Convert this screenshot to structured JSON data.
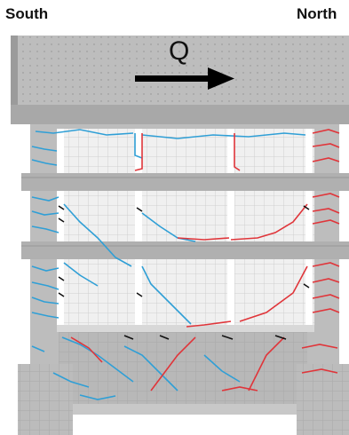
{
  "labels": {
    "left": "South",
    "right": "North",
    "load": "Q"
  },
  "colors": {
    "concrete": "#b4b4b4",
    "concrete_dark": "#9a9a9a",
    "panel": "#efefef",
    "grid": "#cfcfcf",
    "crack_blue": "#2f9fd6",
    "crack_red": "#e0353a",
    "crack_black": "#111111",
    "arrow": "#000000"
  },
  "icons": {
    "load_arrow": "right-arrow-icon"
  }
}
